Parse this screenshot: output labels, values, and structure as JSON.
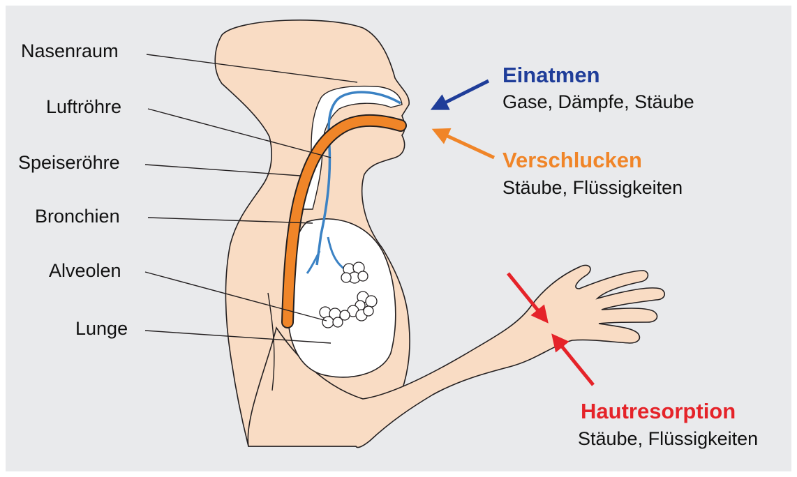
{
  "colors": {
    "background": "#e9eaec",
    "skin": "#f9dcc4",
    "outline": "#231f20",
    "blue": "#1f3d99",
    "airway_blue": "#3b82c4",
    "orange": "#f08528",
    "red": "#e52329"
  },
  "labels": {
    "nasenraum": "Nasenraum",
    "luftroehre": "Luftröhre",
    "speiseroehre": "Speiseröhre",
    "bronchien": "Bronchien",
    "alveolen": "Alveolen",
    "lunge": "Lunge"
  },
  "routes": {
    "einatmen": {
      "title": "Einatmen",
      "subtitle": "Gase, Dämpfe, Stäube"
    },
    "verschlucken": {
      "title": "Verschlucken",
      "subtitle": "Stäube, Flüssigkeiten"
    },
    "hautresorption": {
      "title": "Hautresorption",
      "subtitle": "Stäube, Flüssigkeiten"
    }
  }
}
